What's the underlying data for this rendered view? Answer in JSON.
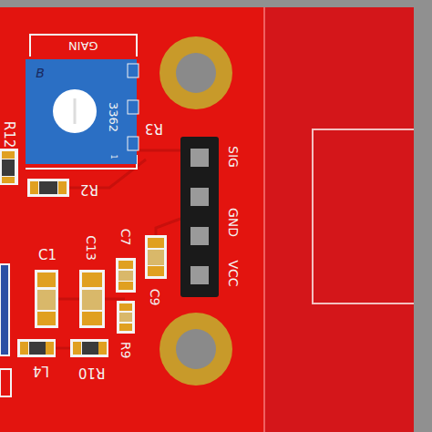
{
  "diagram": {
    "labels": [
      "GAIN",
      "B",
      "3362",
      "1",
      "R12",
      "R3",
      "R2",
      "SIG",
      "GND",
      "VCC",
      "C7",
      "C13",
      "C1",
      "C9",
      "L4",
      "R10",
      "R9"
    ]
  }
}
